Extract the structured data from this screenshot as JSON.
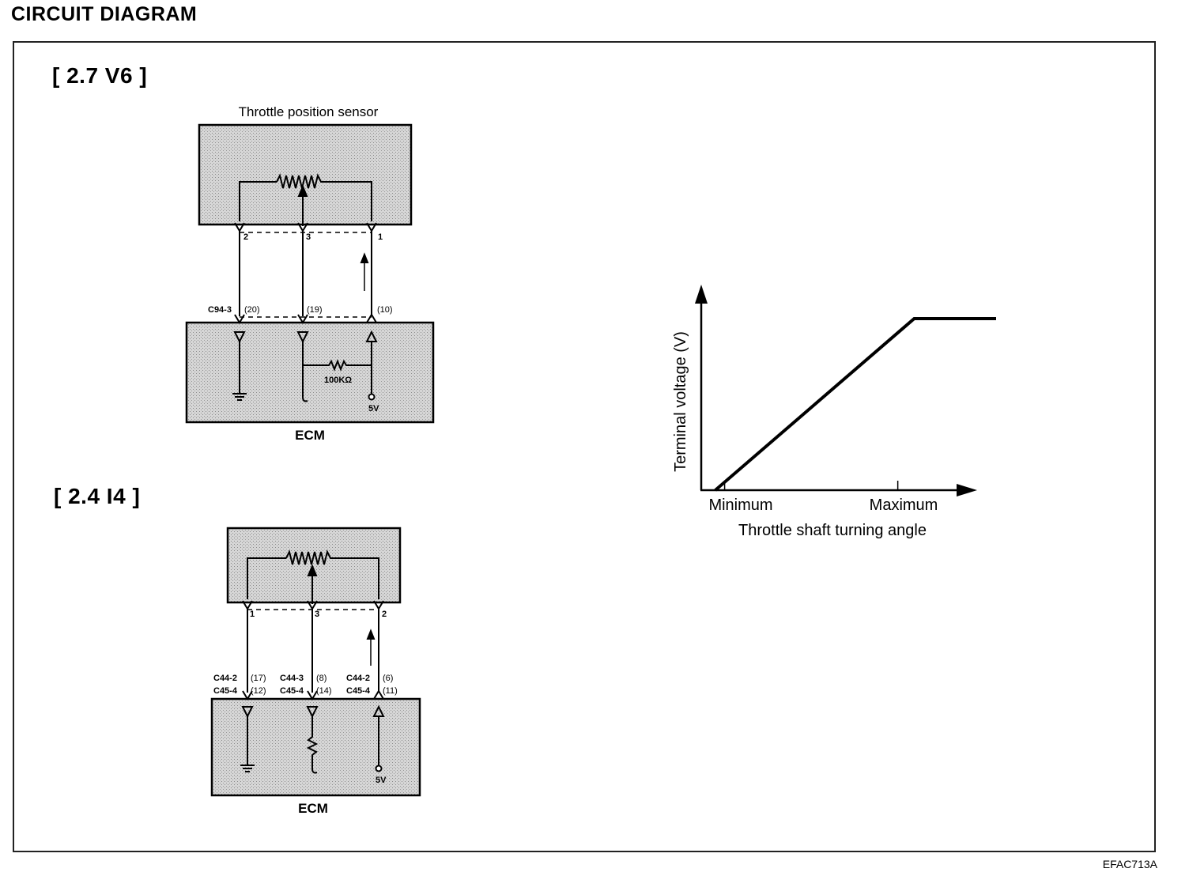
{
  "header": {
    "title": "CIRCUIT DIAGRAM",
    "figure_code": "EFAC713A"
  },
  "v6": {
    "title": "[ 2.7 V6 ]",
    "sensor_label": "Throttle position sensor",
    "ecm_label": "ECM",
    "pins": {
      "left": "2",
      "middle": "3",
      "right": "1"
    },
    "connector": "C94-3",
    "terminals": {
      "left": "(20)",
      "middle": "(19)",
      "right": "(10)"
    },
    "resistor_label": "100KΩ",
    "supply_label": "5V"
  },
  "i4": {
    "title": "[ 2.4 I4 ]",
    "ecm_label": "ECM",
    "pins": {
      "left": "1",
      "middle": "3",
      "right": "2"
    },
    "connectors": {
      "left_top": "C44-2",
      "left_bottom": "C45-4",
      "middle_top": "C44-3",
      "middle_bottom": "C45-4",
      "right_top": "C44-2",
      "right_bottom": "C45-4"
    },
    "terminals": {
      "left_top": "(17)",
      "left_bottom": "(12)",
      "middle_top": "(8)",
      "middle_bottom": "(14)",
      "right_top": "(6)",
      "right_bottom": "(11)"
    },
    "supply_label": "5V"
  },
  "chart_data": {
    "type": "line",
    "title": "",
    "xlabel": "Throttle shaft turning angle",
    "ylabel": "Terminal voltage (V)",
    "x_ticks": [
      "Minimum",
      "Maximum"
    ],
    "series": [
      {
        "x": [
          0,
          0.85,
          1.2
        ],
        "y": [
          0,
          1,
          1
        ]
      }
    ],
    "xlim": [
      -0.1,
      1.45
    ],
    "ylim": [
      0,
      1.22
    ],
    "grid": false
  }
}
